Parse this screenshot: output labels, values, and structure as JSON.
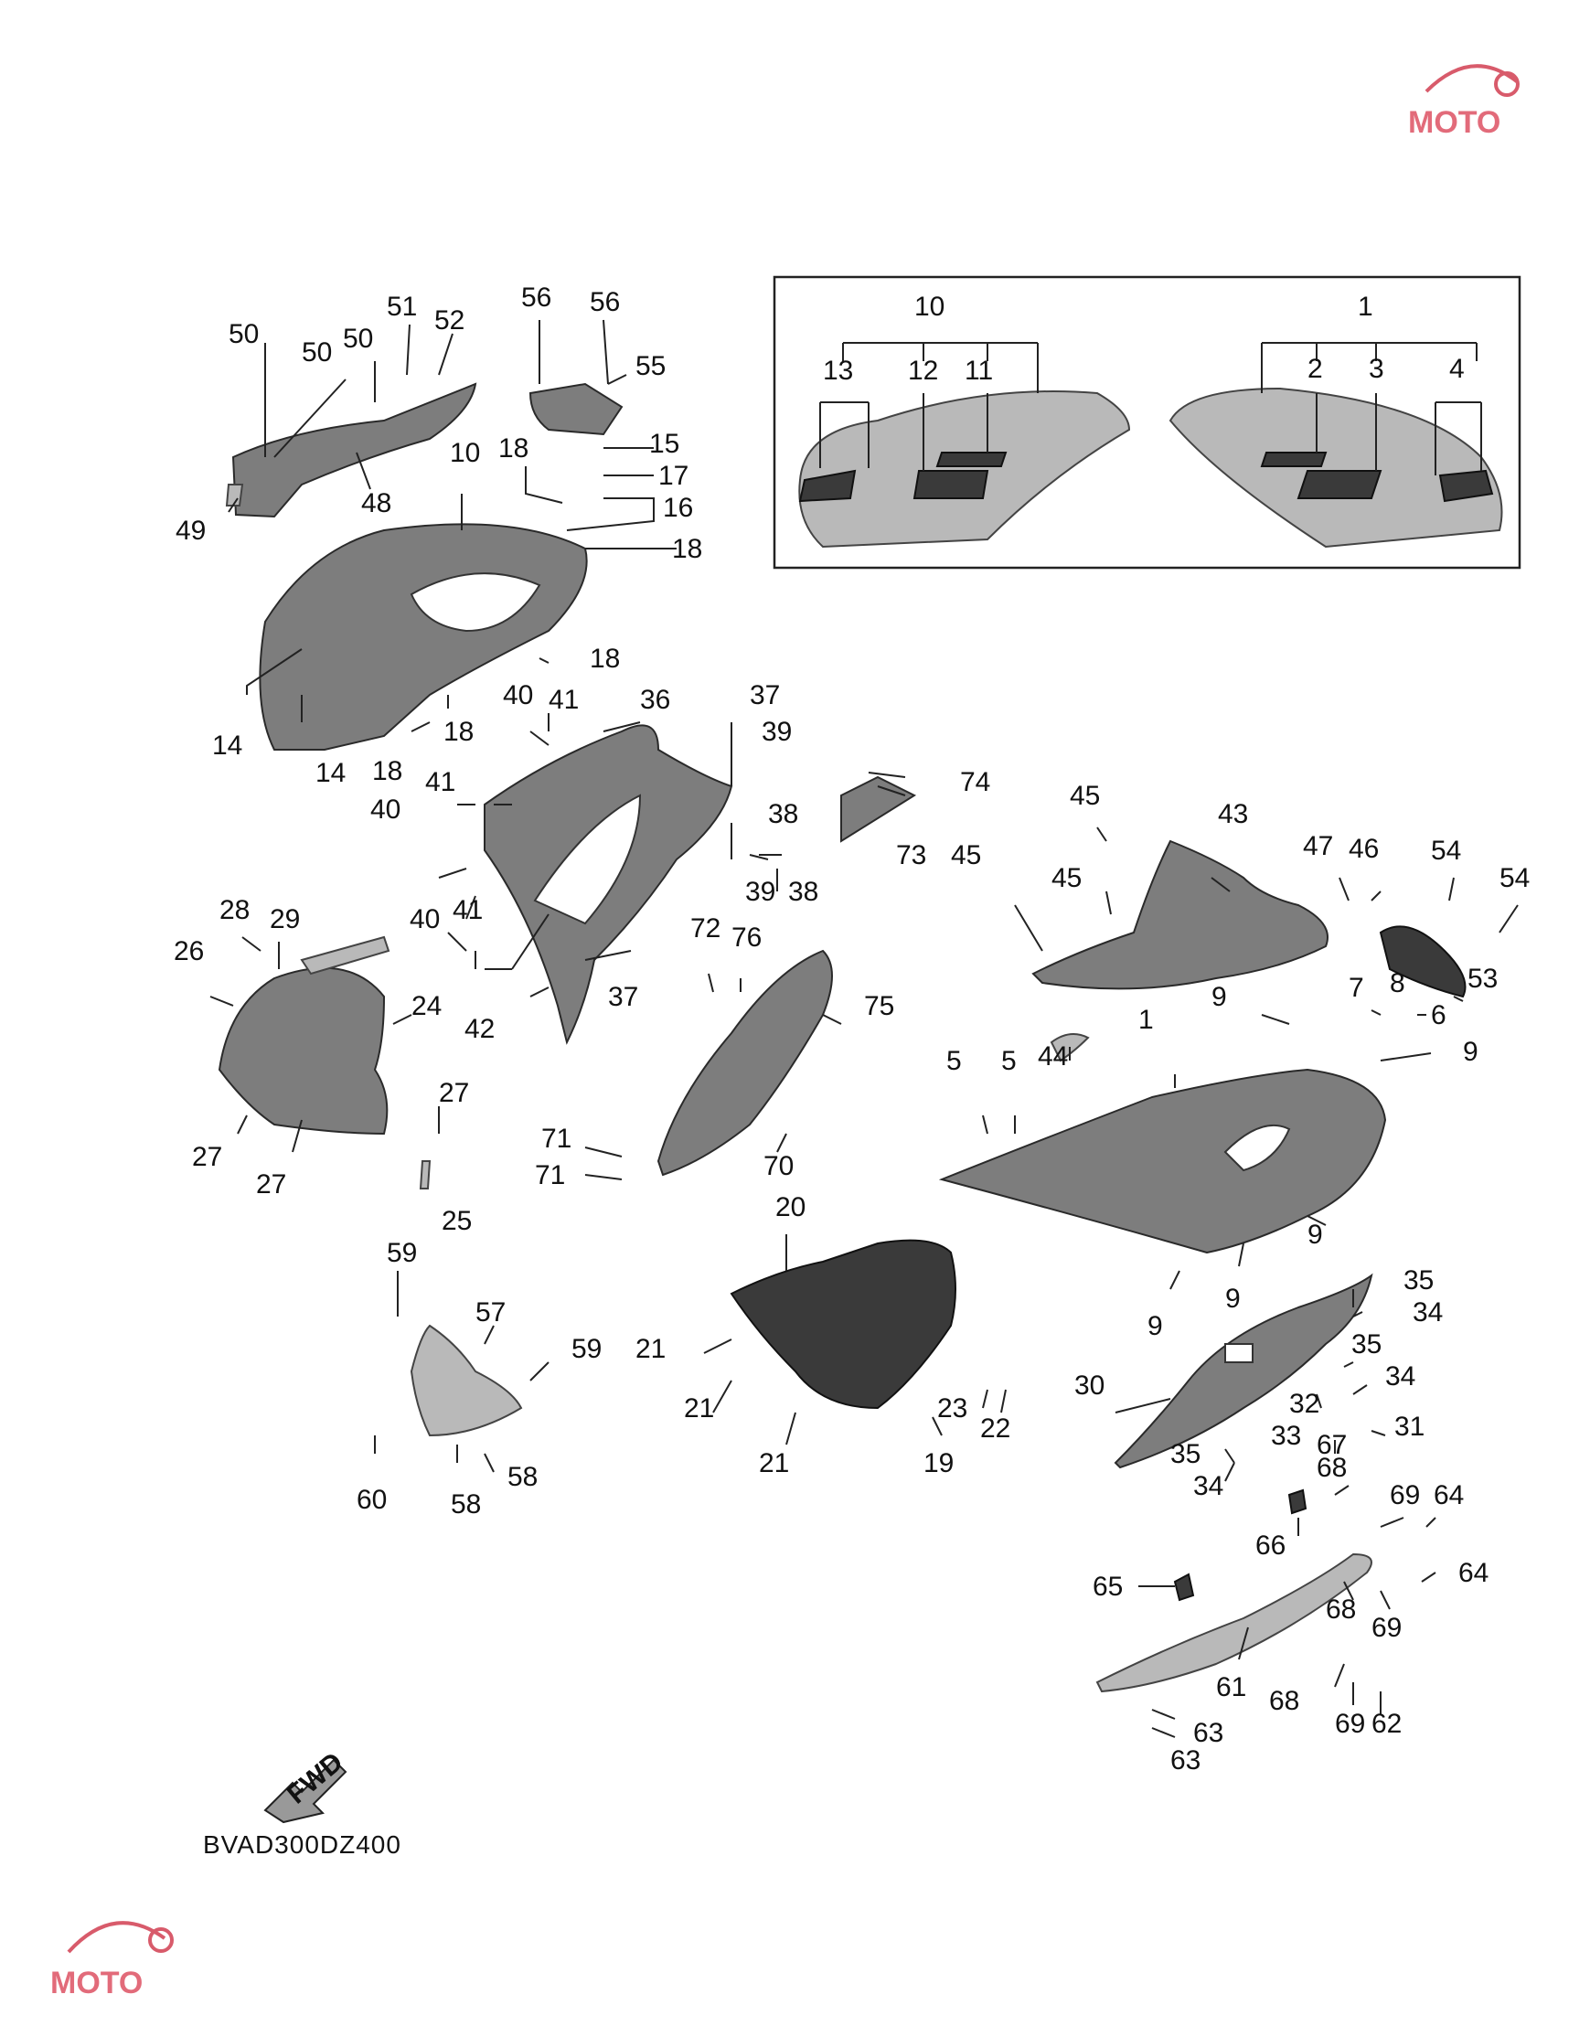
{
  "diagram_code": "BVAD300DZ400",
  "fwd_label": "FWD",
  "watermark": "MOTO",
  "callouts": [
    {
      "id": "c50a",
      "text": "50"
    },
    {
      "id": "c50b",
      "text": "50"
    },
    {
      "id": "c50c",
      "text": "50"
    },
    {
      "id": "c51",
      "text": "51"
    },
    {
      "id": "c52",
      "text": "52"
    },
    {
      "id": "c56a",
      "text": "56"
    },
    {
      "id": "c56b",
      "text": "56"
    },
    {
      "id": "c55",
      "text": "55"
    },
    {
      "id": "c49",
      "text": "49"
    },
    {
      "id": "c48",
      "text": "48"
    },
    {
      "id": "c10",
      "text": "10"
    },
    {
      "id": "c18a",
      "text": "18"
    },
    {
      "id": "c15",
      "text": "15"
    },
    {
      "id": "c17",
      "text": "17"
    },
    {
      "id": "c16",
      "text": "16"
    },
    {
      "id": "c18b",
      "text": "18"
    },
    {
      "id": "c18c",
      "text": "18"
    },
    {
      "id": "c14a",
      "text": "14"
    },
    {
      "id": "c14b",
      "text": "14"
    },
    {
      "id": "c18d",
      "text": "18"
    },
    {
      "id": "c18e",
      "text": "18"
    },
    {
      "id": "c40a",
      "text": "40"
    },
    {
      "id": "c41a",
      "text": "41"
    },
    {
      "id": "c36",
      "text": "36"
    },
    {
      "id": "c37a",
      "text": "37"
    },
    {
      "id": "c39a",
      "text": "39"
    },
    {
      "id": "c41b",
      "text": "41"
    },
    {
      "id": "c40b",
      "text": "40"
    },
    {
      "id": "c38a",
      "text": "38"
    },
    {
      "id": "c74",
      "text": "74"
    },
    {
      "id": "c73",
      "text": "73"
    },
    {
      "id": "c39b",
      "text": "39"
    },
    {
      "id": "c38b",
      "text": "38"
    },
    {
      "id": "c40c",
      "text": "40"
    },
    {
      "id": "c41c",
      "text": "41"
    },
    {
      "id": "c37b",
      "text": "37"
    },
    {
      "id": "c42",
      "text": "42"
    },
    {
      "id": "c45a",
      "text": "45"
    },
    {
      "id": "c43",
      "text": "43"
    },
    {
      "id": "c45b",
      "text": "45"
    },
    {
      "id": "c45c",
      "text": "45"
    },
    {
      "id": "c47",
      "text": "47"
    },
    {
      "id": "c46",
      "text": "46"
    },
    {
      "id": "c54a",
      "text": "54"
    },
    {
      "id": "c54b",
      "text": "54"
    },
    {
      "id": "c53",
      "text": "53"
    },
    {
      "id": "c28",
      "text": "28"
    },
    {
      "id": "c29",
      "text": "29"
    },
    {
      "id": "c26",
      "text": "26"
    },
    {
      "id": "c24",
      "text": "24"
    },
    {
      "id": "c72",
      "text": "72"
    },
    {
      "id": "c76",
      "text": "76"
    },
    {
      "id": "c75",
      "text": "75"
    },
    {
      "id": "c44",
      "text": "44"
    },
    {
      "id": "c9a",
      "text": "9"
    },
    {
      "id": "c7",
      "text": "7"
    },
    {
      "id": "c8",
      "text": "8"
    },
    {
      "id": "c6",
      "text": "6"
    },
    {
      "id": "c9b",
      "text": "9"
    },
    {
      "id": "c1b",
      "text": "1"
    },
    {
      "id": "c5a",
      "text": "5"
    },
    {
      "id": "c5b",
      "text": "5"
    },
    {
      "id": "c27a",
      "text": "27"
    },
    {
      "id": "c27b",
      "text": "27"
    },
    {
      "id": "c27c",
      "text": "27"
    },
    {
      "id": "c25",
      "text": "25"
    },
    {
      "id": "c71a",
      "text": "71"
    },
    {
      "id": "c71b",
      "text": "71"
    },
    {
      "id": "c70",
      "text": "70"
    },
    {
      "id": "c9c",
      "text": "9"
    },
    {
      "id": "c20",
      "text": "20"
    },
    {
      "id": "c59a",
      "text": "59"
    },
    {
      "id": "c57",
      "text": "57"
    },
    {
      "id": "c59b",
      "text": "59"
    },
    {
      "id": "c9d",
      "text": "9"
    },
    {
      "id": "c9e",
      "text": "9"
    },
    {
      "id": "c35a",
      "text": "35"
    },
    {
      "id": "c34a",
      "text": "34"
    },
    {
      "id": "c21a",
      "text": "21"
    },
    {
      "id": "c35b",
      "text": "35"
    },
    {
      "id": "c34b",
      "text": "34"
    },
    {
      "id": "c30",
      "text": "30"
    },
    {
      "id": "c21b",
      "text": "21"
    },
    {
      "id": "c23",
      "text": "23"
    },
    {
      "id": "c22",
      "text": "22"
    },
    {
      "id": "c32",
      "text": "32"
    },
    {
      "id": "c31",
      "text": "31"
    },
    {
      "id": "c33",
      "text": "33"
    },
    {
      "id": "c67",
      "text": "67"
    },
    {
      "id": "c35c",
      "text": "35"
    },
    {
      "id": "c58a",
      "text": "58"
    },
    {
      "id": "c60",
      "text": "60"
    },
    {
      "id": "c58b",
      "text": "58"
    },
    {
      "id": "c21c",
      "text": "21"
    },
    {
      "id": "c19",
      "text": "19"
    },
    {
      "id": "c34c",
      "text": "34"
    },
    {
      "id": "c68a",
      "text": "68"
    },
    {
      "id": "c69a",
      "text": "69"
    },
    {
      "id": "c64a",
      "text": "64"
    },
    {
      "id": "c66",
      "text": "66"
    },
    {
      "id": "c64b",
      "text": "64"
    },
    {
      "id": "c65",
      "text": "65"
    },
    {
      "id": "c68b",
      "text": "68"
    },
    {
      "id": "c69b",
      "text": "69"
    },
    {
      "id": "c61",
      "text": "61"
    },
    {
      "id": "c68c",
      "text": "68"
    },
    {
      "id": "c69c",
      "text": "69"
    },
    {
      "id": "c62",
      "text": "62"
    },
    {
      "id": "c63a",
      "text": "63"
    },
    {
      "id": "c63b",
      "text": "63"
    }
  ],
  "inset_callouts": [
    {
      "id": "i10",
      "text": "10"
    },
    {
      "id": "i13",
      "text": "13"
    },
    {
      "id": "i12",
      "text": "12"
    },
    {
      "id": "i11",
      "text": "11"
    },
    {
      "id": "i1",
      "text": "1"
    },
    {
      "id": "i2",
      "text": "2"
    },
    {
      "id": "i3",
      "text": "3"
    },
    {
      "id": "i4",
      "text": "4"
    }
  ]
}
